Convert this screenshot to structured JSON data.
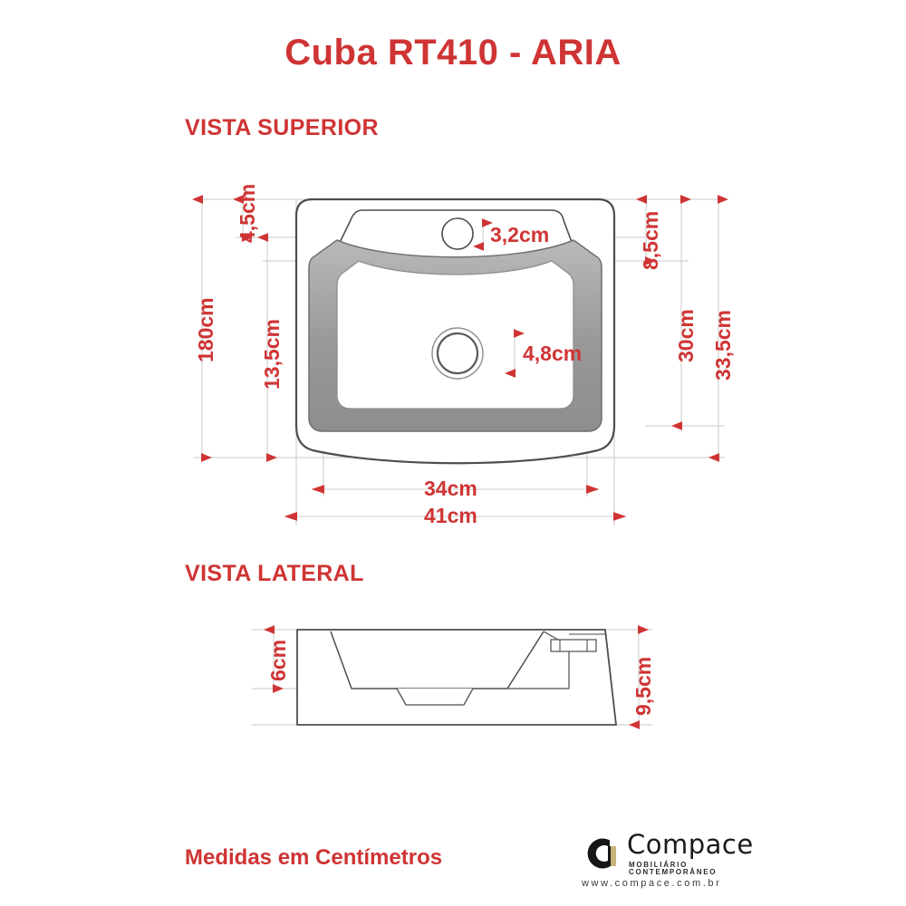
{
  "page": {
    "title": "Cuba RT410 - ARIA",
    "footer_note": "Medidas em Centímetros",
    "background_color": "#ffffff",
    "accent_color": "#cf3434",
    "line_color": "#4d4d4d",
    "basin_rim_color": "#9a9a9a"
  },
  "sections": {
    "top_view": {
      "label": "VISTA SUPERIOR"
    },
    "side_view": {
      "label": "VISTA LATERAL"
    }
  },
  "dimensions": {
    "top_view": {
      "left_outer": "180cm",
      "left_inner": "13,5cm",
      "left_short": "4,5cm",
      "right_short": "8,5cm",
      "right_inner": "30cm",
      "right_outer": "33,5cm",
      "faucet_hole": "3,2cm",
      "drain_hole": "4,8cm",
      "bottom_inner": "34cm",
      "bottom_outer": "41cm"
    },
    "side_view": {
      "left": "6cm",
      "right": "9,5cm"
    }
  },
  "logo": {
    "mark": "compace-c-mark-icon",
    "wordmark": "Compace",
    "tagline": "MOBILIÁRIO CONTEMPORÂNEO",
    "url": "www.compace.com.br",
    "mark_dark": "#161616",
    "mark_gold": "#c8b37a"
  }
}
